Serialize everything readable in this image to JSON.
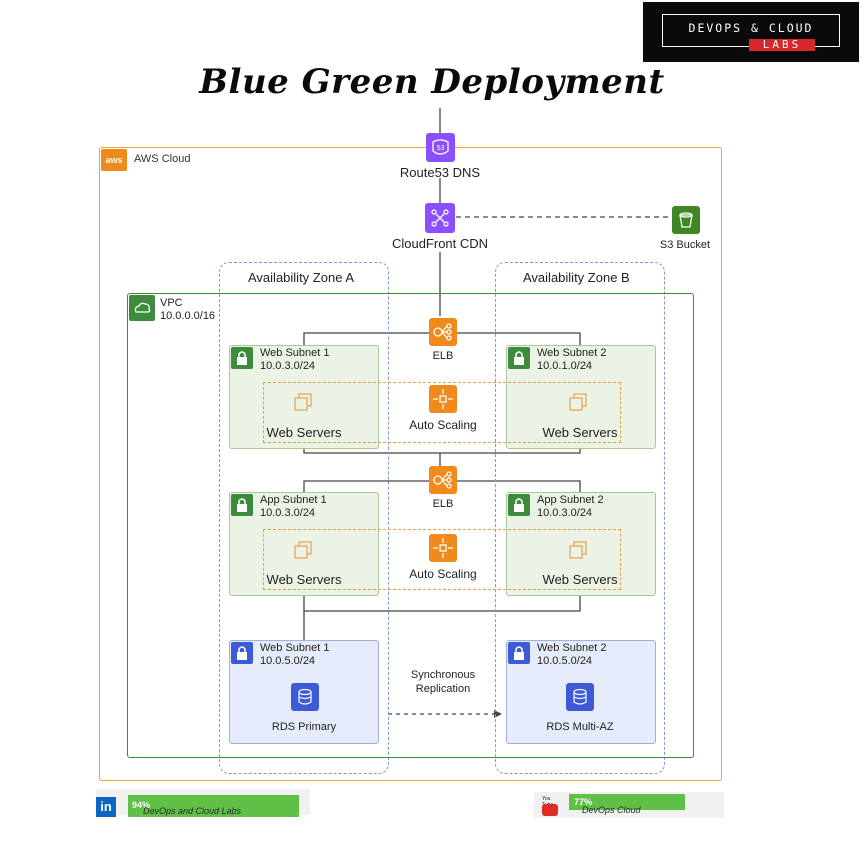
{
  "logo": {
    "line1": "DEVOPS & CLOUD",
    "line2": "LABS"
  },
  "title": "Blue Green Deployment",
  "aws_cloud": {
    "label": "AWS Cloud",
    "badge": "aws"
  },
  "route53": {
    "label": "Route53 DNS",
    "icon_text": "53"
  },
  "cloudfront": {
    "label": "CloudFront CDN"
  },
  "s3": {
    "label": "S3 Bucket"
  },
  "zones": [
    {
      "label": "Availability Zone A"
    },
    {
      "label": "Availability Zone B"
    }
  ],
  "vpc": {
    "label": "VPC",
    "cidr": "10.0.0.0/16"
  },
  "web_tier": {
    "subnet_a": {
      "name": "Web Subnet 1",
      "cidr": "10.0.3.0/24",
      "servers": "Web Servers"
    },
    "subnet_b": {
      "name": "Web Subnet 2",
      "cidr": "10.0.1.0/24",
      "servers": "Web Servers"
    },
    "elb": "ELB",
    "asg": "Auto Scaling"
  },
  "app_tier": {
    "subnet_a": {
      "name": "App Subnet 1",
      "cidr": "10.0.3.0/24",
      "servers": "Web Servers"
    },
    "subnet_b": {
      "name": "App Subnet 2",
      "cidr": "10.0.3.0/24",
      "servers": "Web Servers"
    },
    "elb": "ELB",
    "asg": "Auto Scaling"
  },
  "db_tier": {
    "subnet_a": {
      "name": "Web Subnet 1",
      "cidr": "10.0.5.0/24",
      "db": "RDS Primary"
    },
    "subnet_b": {
      "name": "Web Subnet 2",
      "cidr": "10.0.5.0/24",
      "db": "RDS Multi-AZ"
    },
    "replication_line1": "Synchronous",
    "replication_line2": "Replication"
  },
  "footer": {
    "linkedin": {
      "icon": "in",
      "percent": "94%",
      "text": "DevOps and Cloud Labs",
      "progress": 0.94
    },
    "youtube": {
      "icon": "You Tube",
      "percent": "77%",
      "text": "DevOps Cloud",
      "progress": 0.77
    }
  },
  "colors": {
    "aws_orange": "#f08a1c",
    "purple": "#8c4fff",
    "green": "#3d8c3d",
    "blue": "#3d5bd6",
    "s3_green": "#3f8624"
  }
}
